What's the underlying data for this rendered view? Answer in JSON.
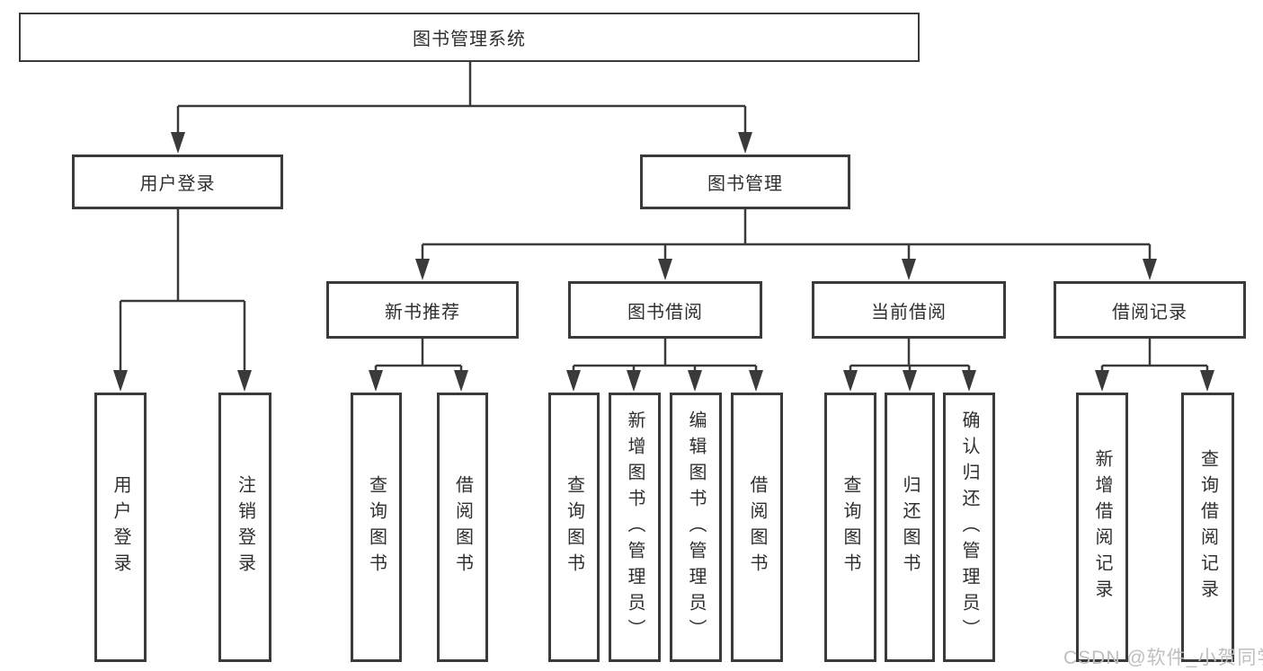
{
  "diagram": {
    "title": "图书管理系统",
    "level2": {
      "user_login": "用户登录",
      "book_management": "图书管理"
    },
    "level3": {
      "new_book_recommend": "新书推荐",
      "book_borrowing": "图书借阅",
      "current_borrowing": "当前借阅",
      "borrowing_records": "借阅记录"
    },
    "leaves": {
      "user_login": [
        "用户登录",
        "注销登录"
      ],
      "new_book_recommend": [
        "查询图书",
        "借阅图书"
      ],
      "book_borrowing": [
        "查询图书",
        "新增图书（管理员）",
        "编辑图书（管理员）",
        "借阅图书"
      ],
      "current_borrowing": [
        "查询图书",
        "归还图书",
        "确认归还（管理员）"
      ],
      "borrowing_records": [
        "新增借阅记录",
        "查询借阅记录"
      ]
    }
  },
  "watermark": "CSDN @软件_小贺同学",
  "colors": {
    "line": "#3a3a3a",
    "text": "#2f2f2f",
    "watermark": "#bfbfbf",
    "background": "#ffffff"
  }
}
